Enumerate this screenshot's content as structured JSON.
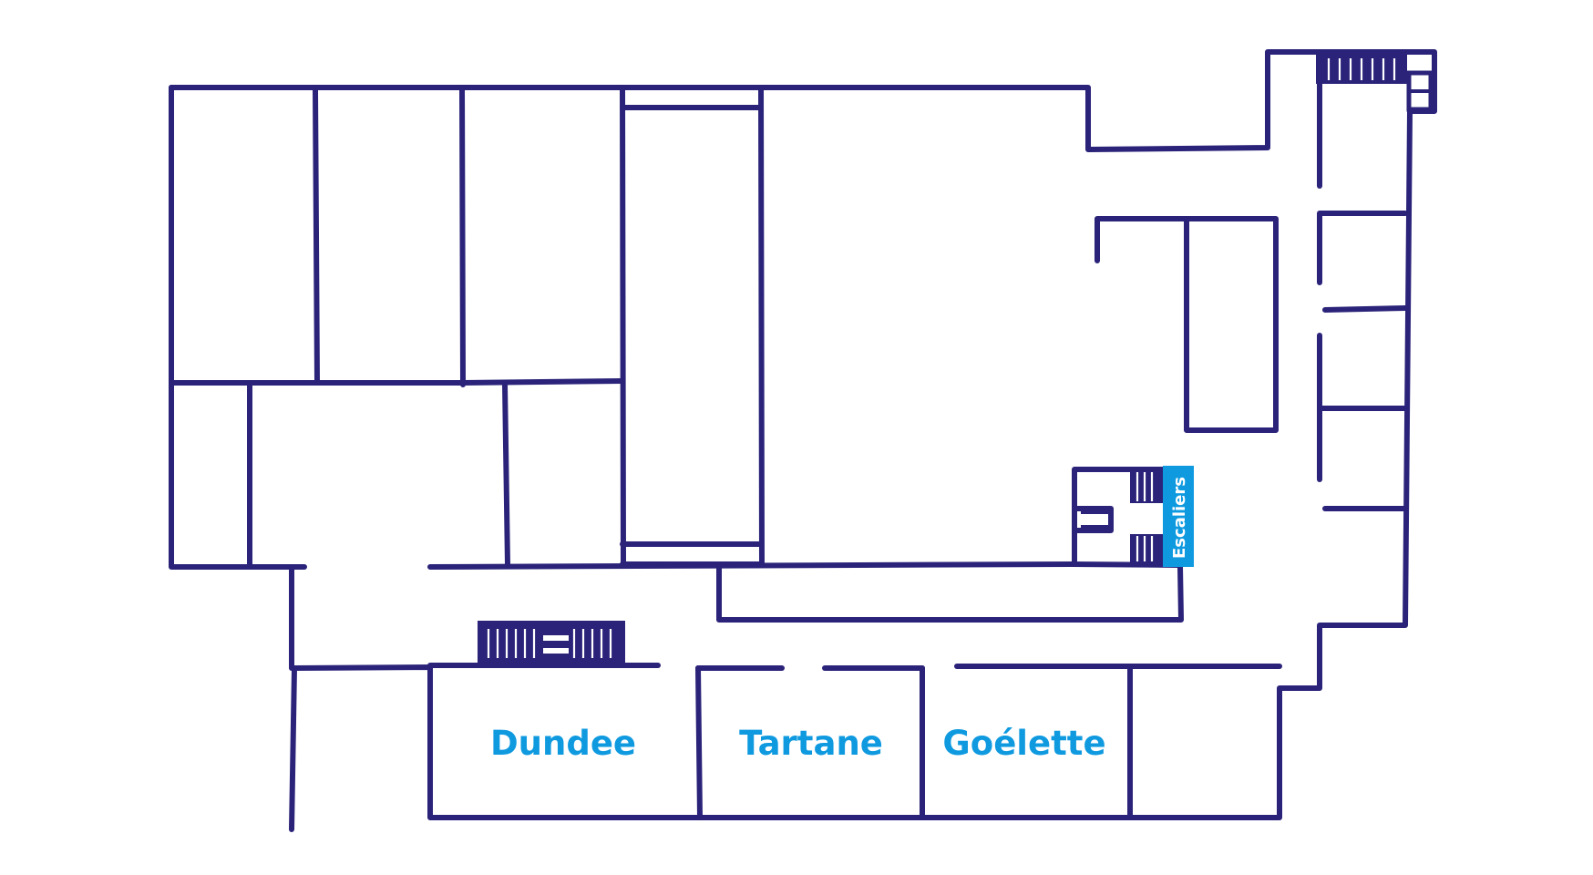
{
  "map": {
    "rooms": [
      {
        "id": "dundee",
        "label": "Dundee"
      },
      {
        "id": "tartane",
        "label": "Tartane"
      },
      {
        "id": "goelette",
        "label": "Goélette"
      }
    ],
    "stairs": {
      "label": "Escaliers"
    },
    "colors": {
      "walls": "#2a2379",
      "room_label": "#0f9ae0",
      "stairs_badge": "#0f9ae0",
      "stairs_label": "#ffffff",
      "background": "#ffffff"
    }
  }
}
